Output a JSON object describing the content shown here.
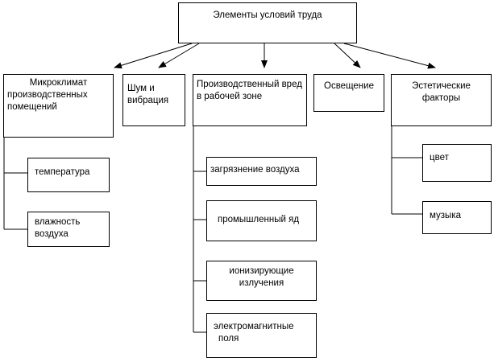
{
  "diagram": {
    "root": {
      "label": "Элементы условий труда"
    },
    "categories": [
      {
        "id": "micro",
        "lines": [
          "Микроклимат",
          "производственных",
          "помещений"
        ]
      },
      {
        "id": "noise",
        "lines": [
          "Шум и",
          "вибрация"
        ]
      },
      {
        "id": "hazard",
        "lines": [
          "Производственный вред",
          "в рабочей зоне"
        ]
      },
      {
        "id": "light",
        "lines": [
          "Освещение"
        ]
      },
      {
        "id": "aesth",
        "lines": [
          "Эстетические",
          "факторы"
        ]
      }
    ],
    "subitems": {
      "micro": [
        {
          "lines": [
            "температура"
          ]
        },
        {
          "lines": [
            "влажность",
            "воздуха"
          ]
        }
      ],
      "hazard": [
        {
          "lines": [
            "загрязнение воздуха"
          ]
        },
        {
          "lines": [
            "промышленный яд"
          ]
        },
        {
          "lines": [
            "ионизирующие",
            "излучения"
          ]
        },
        {
          "lines": [
            "электромагнитные",
            "поля"
          ]
        }
      ],
      "aesth": [
        {
          "lines": [
            "цвет"
          ]
        },
        {
          "lines": [
            "музыка"
          ]
        }
      ]
    }
  }
}
